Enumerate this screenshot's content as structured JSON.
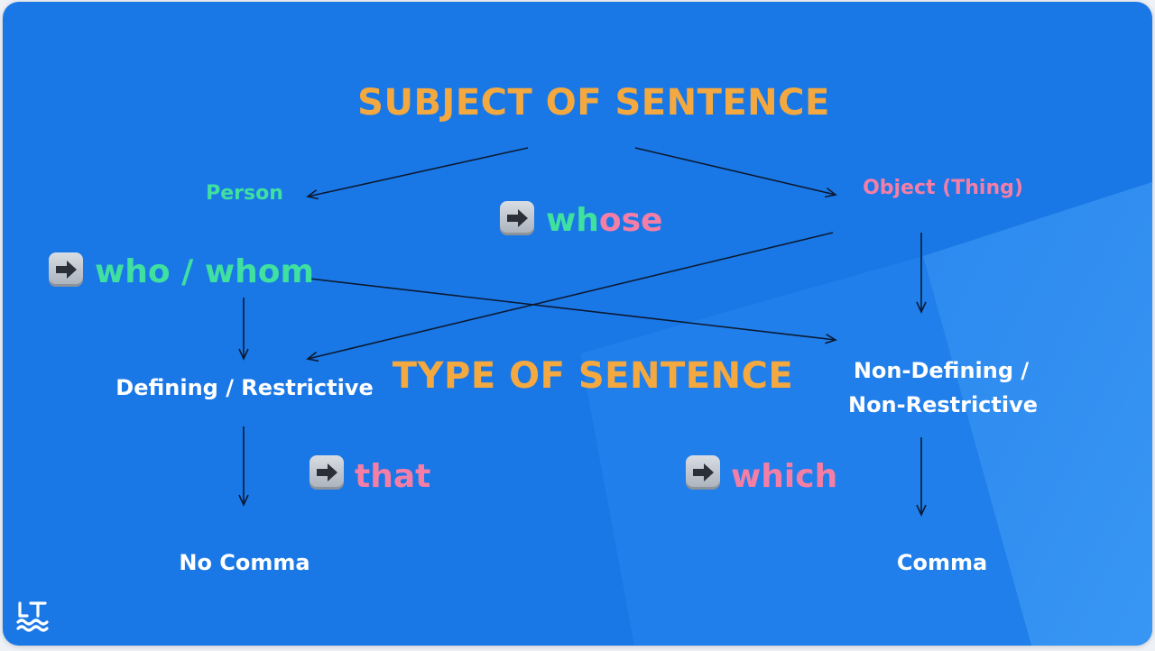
{
  "diagram": {
    "title_subject": "SUBJECT OF SENTENCE",
    "title_type": "TYPE OF SENTENCE",
    "person": "Person",
    "object": "Object (Thing)",
    "whose_wh": "wh",
    "whose_ose": "ose",
    "who_whom": "who / whom",
    "defining": "Defining / Restrictive",
    "non_defining_line1": "Non-Defining /",
    "non_defining_line2": "Non-Restrictive",
    "that": "that",
    "which": "which",
    "no_comma": "No Comma",
    "comma": "Comma"
  },
  "icons": {
    "pointer": "right-arrow-icon",
    "logo": "languagetool-logo"
  },
  "colors": {
    "background": "#1a78e6",
    "title": "#f4a940",
    "person": "#3fe0a0",
    "object": "#f47ea6",
    "text": "#ffffff",
    "arrow": "#0b1a33"
  }
}
